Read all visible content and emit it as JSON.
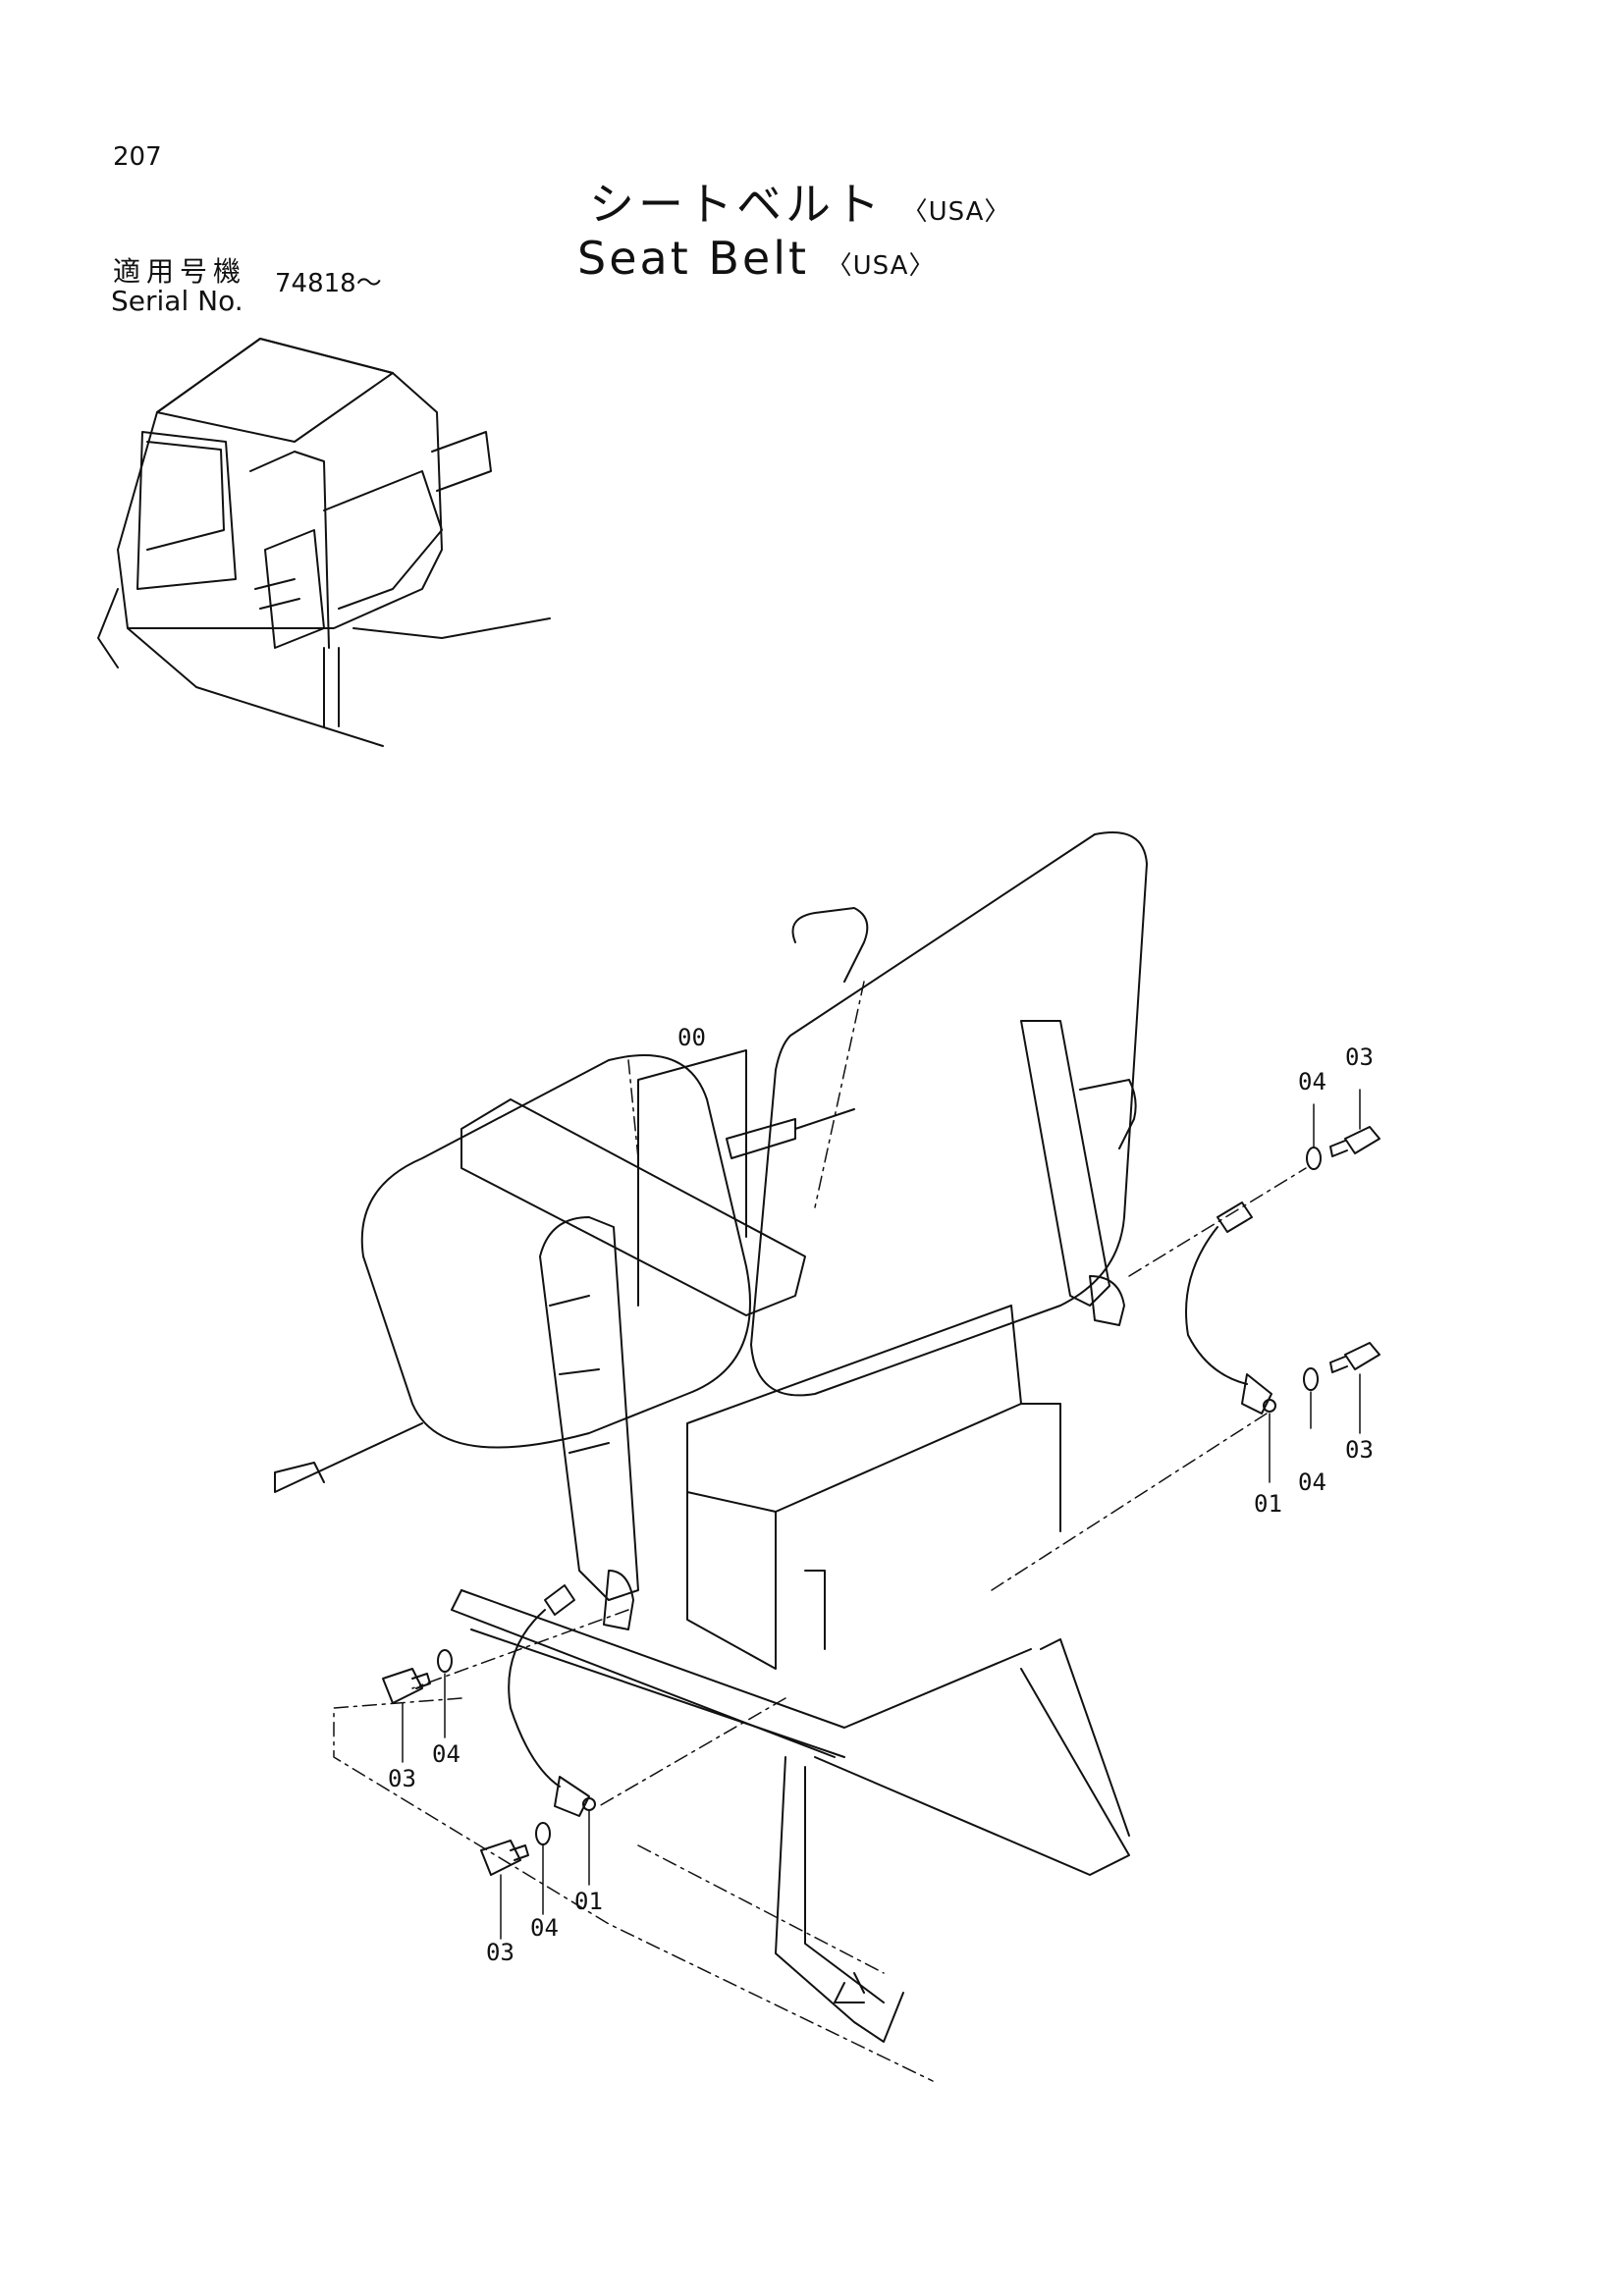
{
  "header": {
    "page_number": "207",
    "title_jp": "シートベルト",
    "title_en": "Seat Belt",
    "region_tag": "〈USA〉",
    "serial_label_jp": "適用号機",
    "serial_label_en": "Serial No.",
    "serial_value": "74818～"
  },
  "callouts": {
    "c00": "00",
    "c01a": "01",
    "c01b": "01",
    "c03a": "03",
    "c03b": "03",
    "c03c": "03",
    "c03d": "03",
    "c04a": "04",
    "c04b": "04",
    "c04c": "04",
    "c04d": "04"
  }
}
